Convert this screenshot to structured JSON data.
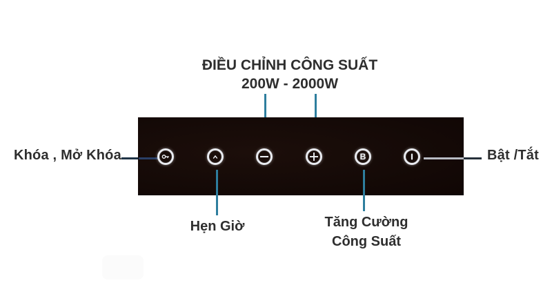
{
  "diagram": {
    "title": {
      "line1": "ĐIỀU CHỈNH CÔNG SUẤT",
      "line2": "200W - 2000W"
    },
    "labels": {
      "lock": "Khóa , Mở Khóa",
      "power_toggle": "Bật /Tắt",
      "timer": "Hẹn Giờ",
      "boost_line1": "Tăng Cường",
      "boost_line2": "Công Suất"
    },
    "buttons": [
      {
        "name": "lock-button",
        "icon": "key-icon",
        "meaning": "Khóa , Mở Khóa"
      },
      {
        "name": "timer-button",
        "icon": "clock-icon",
        "meaning": "Hẹn Giờ"
      },
      {
        "name": "power-decrease-button",
        "icon": "minus-circle-icon",
        "meaning": "ĐIỀU CHỈNH CÔNG SUẤT 200W - 2000W"
      },
      {
        "name": "power-increase-button",
        "icon": "plus-circle-icon",
        "meaning": "ĐIỀU CHỈNH CÔNG SUẤT 200W - 2000W"
      },
      {
        "name": "boost-button",
        "icon": "boost-icon",
        "glyph": "B",
        "meaning": "Tăng Cường Công Suất"
      },
      {
        "name": "power-toggle-button",
        "icon": "power-icon",
        "meaning": "Bật /Tắt"
      }
    ],
    "colors": {
      "panel_background": "#150a07",
      "icon_stroke": "#e9ebf0",
      "connector_teal": "#2e7e9e",
      "connector_dark": "#1e3346",
      "connector_light_on_panel": "#b9bcc4",
      "label_text": "#2e2e2e",
      "page_background": "#ffffff"
    }
  }
}
